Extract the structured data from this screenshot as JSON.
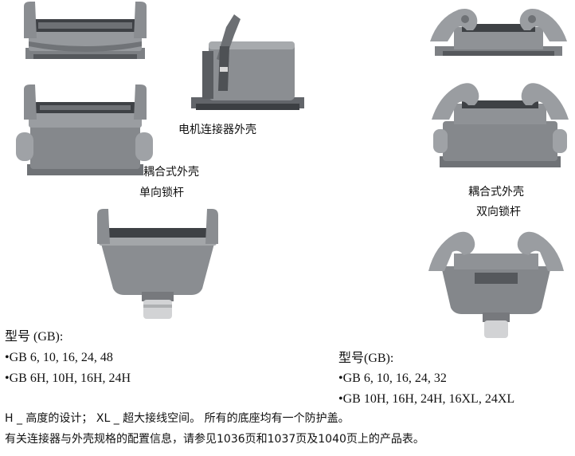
{
  "captions": {
    "motor_housing": "电机连接器外壳",
    "coupling_single_line1": "耦合式外壳",
    "coupling_single_line2": "单向锁杆",
    "coupling_double_line1": "耦合式外壳",
    "coupling_double_line2": "双向锁杆"
  },
  "left_spec": {
    "title": "型号 (GB):",
    "line1": "•GB 6, 10, 16, 24, 48",
    "line2": "•GB 6H, 10H, 16H, 24H"
  },
  "right_spec": {
    "title": "型号(GB):",
    "line1": "•GB 6, 10, 16, 24, 32",
    "line2": "•GB 10H, 16H, 24H, 16XL, 24XL"
  },
  "footer": {
    "line1": "H _ 高度的设计；  XL _ 超大接线空间。 所有的底座均有一个防护盖。",
    "line2": "有关连接器与外壳规格的配置信息，请参见1036页和1037页及1040页上的产品表。"
  },
  "colors": {
    "housing_dark": "#5c5f63",
    "housing_mid": "#84878b",
    "housing_light": "#a9acaf"
  }
}
